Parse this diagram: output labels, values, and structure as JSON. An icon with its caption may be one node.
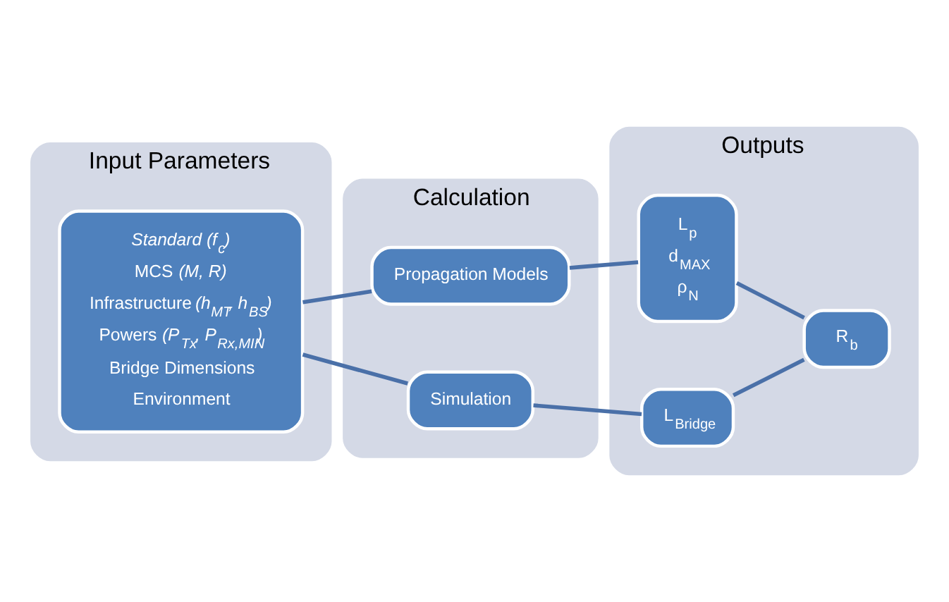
{
  "diagram": {
    "nodes": [
      {
        "text": [
          "Input Parameters"
        ]
      },
      {
        "text": [
          "Standard (f$_{c}$)",
          "MCS *(M, R)*",
          "Infrastructure *(h$_{MT}$, h$_{BS}$)*",
          "Powers *(P$_{Tx}$, P$_{Rx,MIN}$)*",
          "Bridge Dimensions",
          "Environment"
        ],
        "in": 0
      },
      {
        "text": [
          "Calculation"
        ]
      },
      {
        "text": [
          "Propagation Models"
        ],
        "in": 2
      },
      {
        "text": [
          "Simulation"
        ],
        "in": 2
      },
      {
        "text": [
          "Outputs"
        ]
      },
      {
        "text": [
          "L$_{p}$",
          "d$_{MAX}$",
          "ρ$_{N}$"
        ],
        "in": 5
      },
      {
        "text": [
          "L$_{Bridge}$"
        ],
        "in": 5
      },
      {
        "text": [
          "R$_{b}$"
        ],
        "in": 5
      }
    ],
    "edges": [
      {
        "from": 1,
        "to": 3,
        "arrow": "none"
      },
      {
        "from": 1,
        "to": 4,
        "arrow": "none"
      },
      {
        "from": 3,
        "to": 6,
        "arrow": "none"
      },
      {
        "from": 4,
        "to": 7,
        "arrow": "none"
      },
      {
        "from": 6,
        "to": 8,
        "arrow": "none"
      },
      {
        "from": 7,
        "to": 8,
        "arrow": "none"
      }
    ]
  }
}
